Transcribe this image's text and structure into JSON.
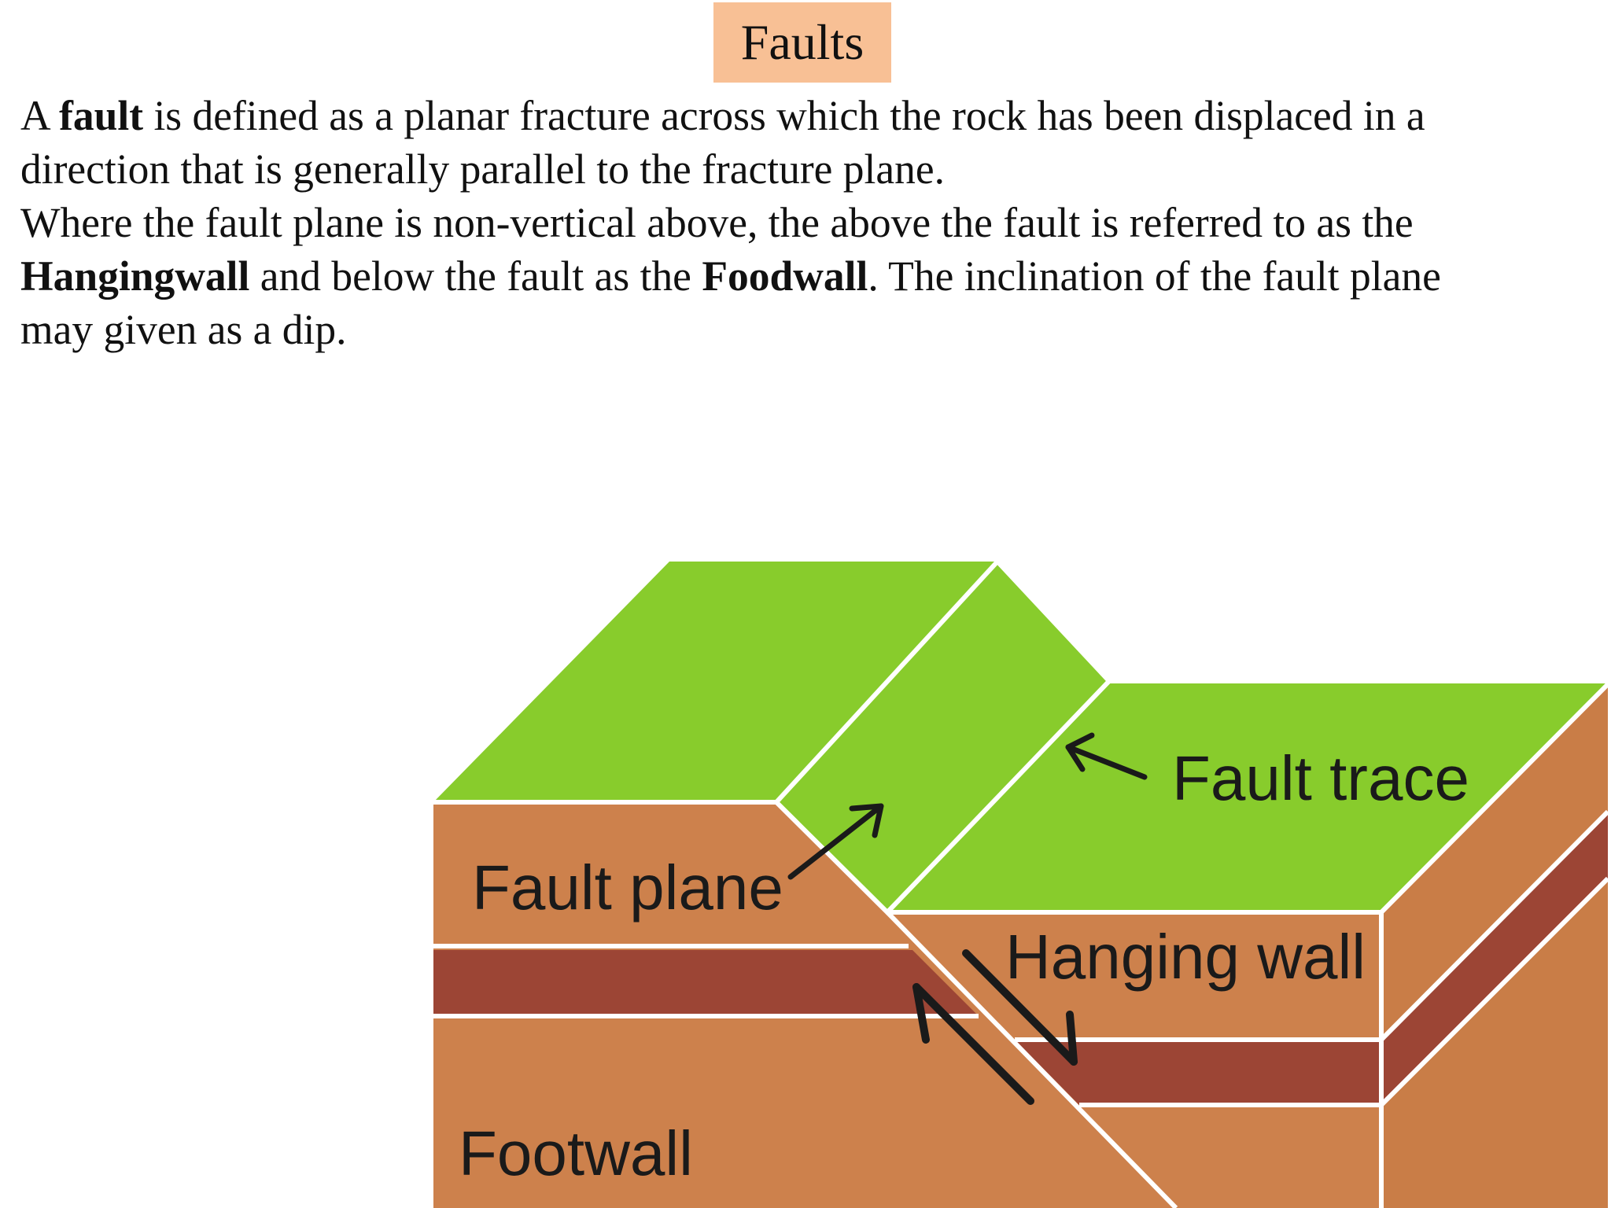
{
  "title": "Faults",
  "paragraph": {
    "line1": {
      "a": "A ",
      "fault_bold": "fault",
      "b": " is defined as a planar fracture across which the rock has been displaced in a"
    },
    "line2": "direction that is generally parallel to the fracture plane.",
    "line3": "Where the fault plane is non-vertical above, the above the fault is referred to as the",
    "line4": {
      "hangingwall_bold": "Hangingwall",
      "a": " and below the fault as the ",
      "foodwall_bold": "Foodwall",
      "b": ".  The inclination of the fault plane"
    },
    "line5": "may given as a dip."
  },
  "diagram": {
    "labels": {
      "fault_trace": "Fault trace",
      "fault_plane": "Fault plane",
      "hanging_wall": "Hanging wall",
      "footwall": "Footwall"
    },
    "colors": {
      "surface_green": "#88cc2c",
      "rock_orange": "#cd814c",
      "rock_side_orange": "#c97d47",
      "layer_red": "#9c4535",
      "outline_white": "#ffffff",
      "arrow_black": "#1a1a1a",
      "title_box": "#f8c095"
    }
  }
}
